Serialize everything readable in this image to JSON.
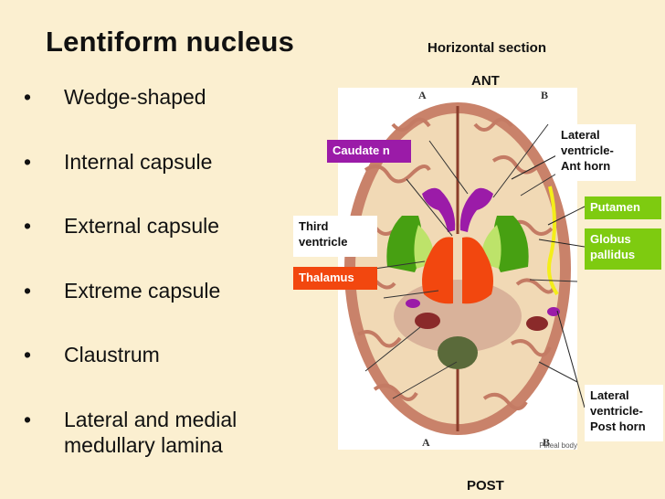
{
  "title": "Lentiform nucleus",
  "subtitle": "Horizontal section",
  "directions": {
    "anterior": "ANT",
    "posterior": "POST"
  },
  "bullets": [
    "Wedge-shaped",
    "Internal capsule",
    "External capsule",
    "Extreme capsule",
    "Claustrum",
    "Lateral and medial medullary lamina"
  ],
  "photo_labels": {
    "a": "A",
    "b": "B",
    "credit": "Pineal body"
  },
  "labels": {
    "caudate": "Caudate n",
    "third_ventricle": "Third ventricle",
    "thalamus": "Thalamus",
    "lateral_ant": "Lateral ventricle- Ant horn",
    "putamen": "Putamen",
    "globus": "Globus pallidus",
    "lateral_post": "Lateral ventricle- Post horn"
  },
  "colors": {
    "background": "#fbefd0",
    "caudate": "#9b1ba8",
    "thalamus": "#f2470f",
    "putamen": "#7ecb10",
    "globus": "#bde36a",
    "claustrum_line": "#f4ee1a"
  }
}
